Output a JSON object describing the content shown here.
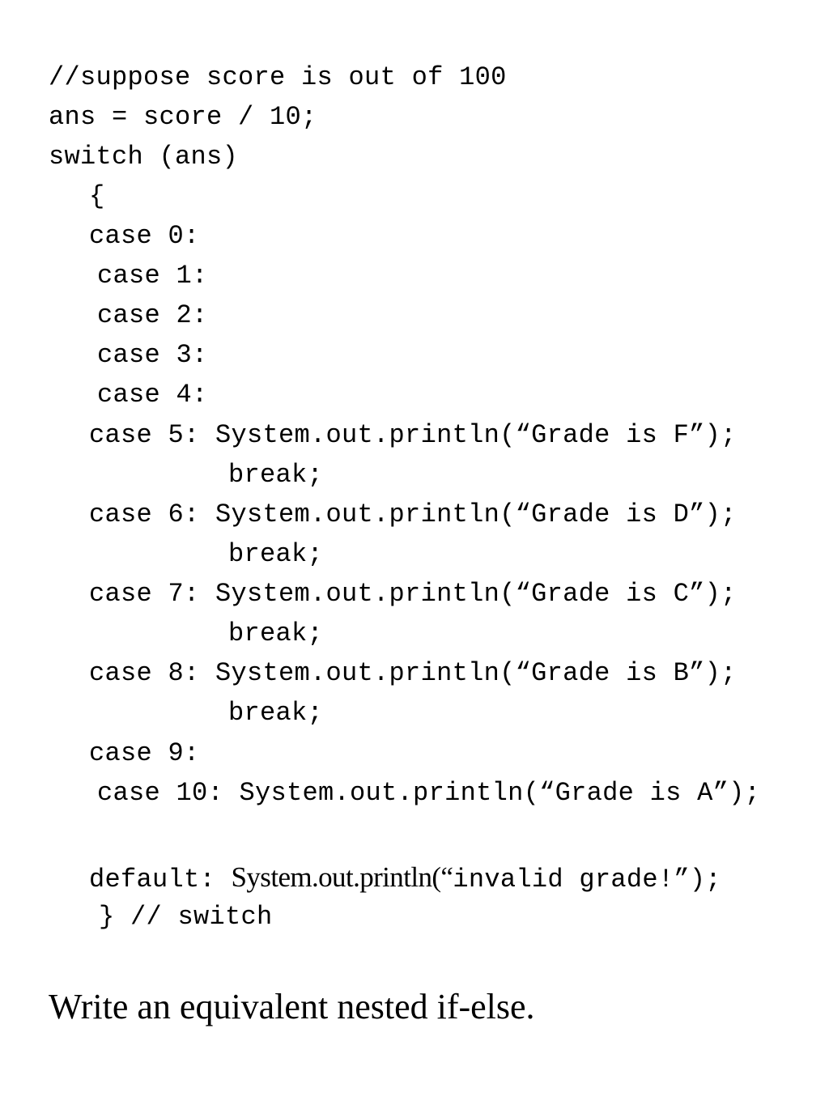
{
  "code": {
    "lines": [
      "//suppose score is out of 100",
      "ans = score / 10;",
      "switch (ans)",
      "{",
      "case 0:",
      "case 1:",
      "case 2:",
      "case 3:",
      "case 4:",
      "case 5: System.out.println(“Grade is F”);",
      "break;",
      "case 6: System.out.println(“Grade is D”);",
      "break;",
      "case 7: System.out.println(“Grade is C”);",
      "break;",
      "case 8: System.out.println(“Grade is B”);",
      "break;",
      "case 9:",
      "case 10: System.out.println(“Grade is A”);"
    ],
    "default_line": {
      "keyword": "default: ",
      "call": "System.out.println(“",
      "argument": "invalid grade!”);"
    },
    "closing_line": "} // switch"
  },
  "prompt": {
    "text": "Write an equivalent nested if-else."
  }
}
